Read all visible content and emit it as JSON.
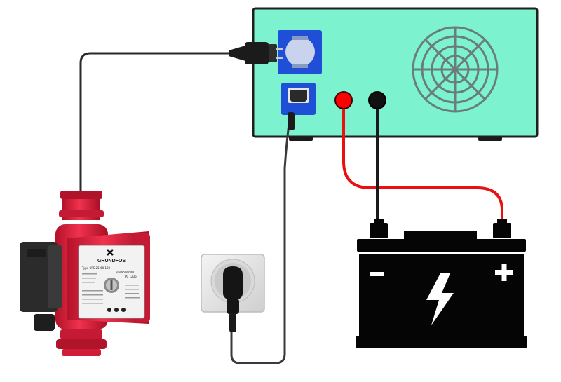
{
  "pump": {
    "brand": "GRUNDFOS",
    "type_line": "Type UPS 25-60 180",
    "model_line": "P/N 95906401",
    "pc_line": "PC 1236"
  },
  "colors": {
    "inverter_body": "#7cf2cf",
    "inverter_outline": "#1f1f1f",
    "outlet_blue": "#1e4fd6",
    "terminal_red": "#ff0000",
    "terminal_black": "#111111",
    "cable_red": "#e81010",
    "cable_grey": "#2a2a2a",
    "battery": "#050505",
    "pump_red": "#e8203a",
    "pump_dark": "#2b2b2b",
    "wall_socket": "#e6e6e6"
  },
  "icons": [
    "schuko-outlet-icon",
    "iec-inlet-icon",
    "cooling-fan-icon",
    "lightning-bolt-icon",
    "minus-icon",
    "plus-icon",
    "plug-icon"
  ]
}
